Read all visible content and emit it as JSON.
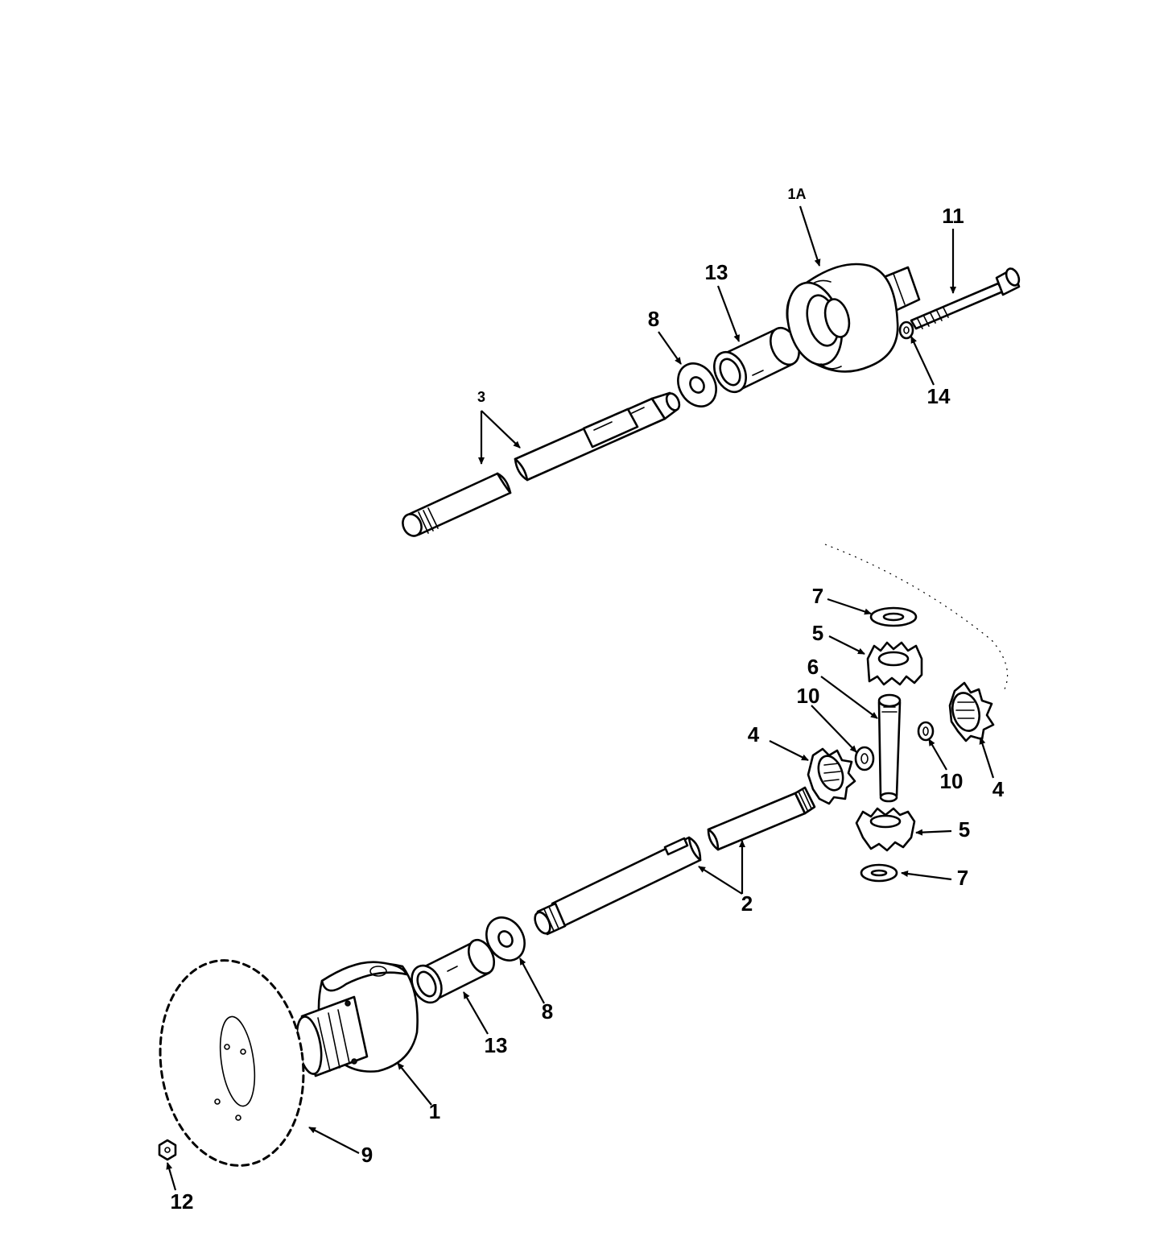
{
  "callouts": {
    "c1a": "1A",
    "c11": "11",
    "c13_top": "13",
    "c8_top": "8",
    "c14": "14",
    "c3": "3",
    "c7_top": "7",
    "c5_top": "5",
    "c6": "6",
    "c10_left": "10",
    "c4_left": "4",
    "c10_right": "10",
    "c4_right": "4",
    "c5_bottom": "5",
    "c7_bottom": "7",
    "c2": "2",
    "c8_bottom": "8",
    "c13_bottom": "13",
    "c1": "1",
    "c9": "9",
    "c12": "12"
  }
}
